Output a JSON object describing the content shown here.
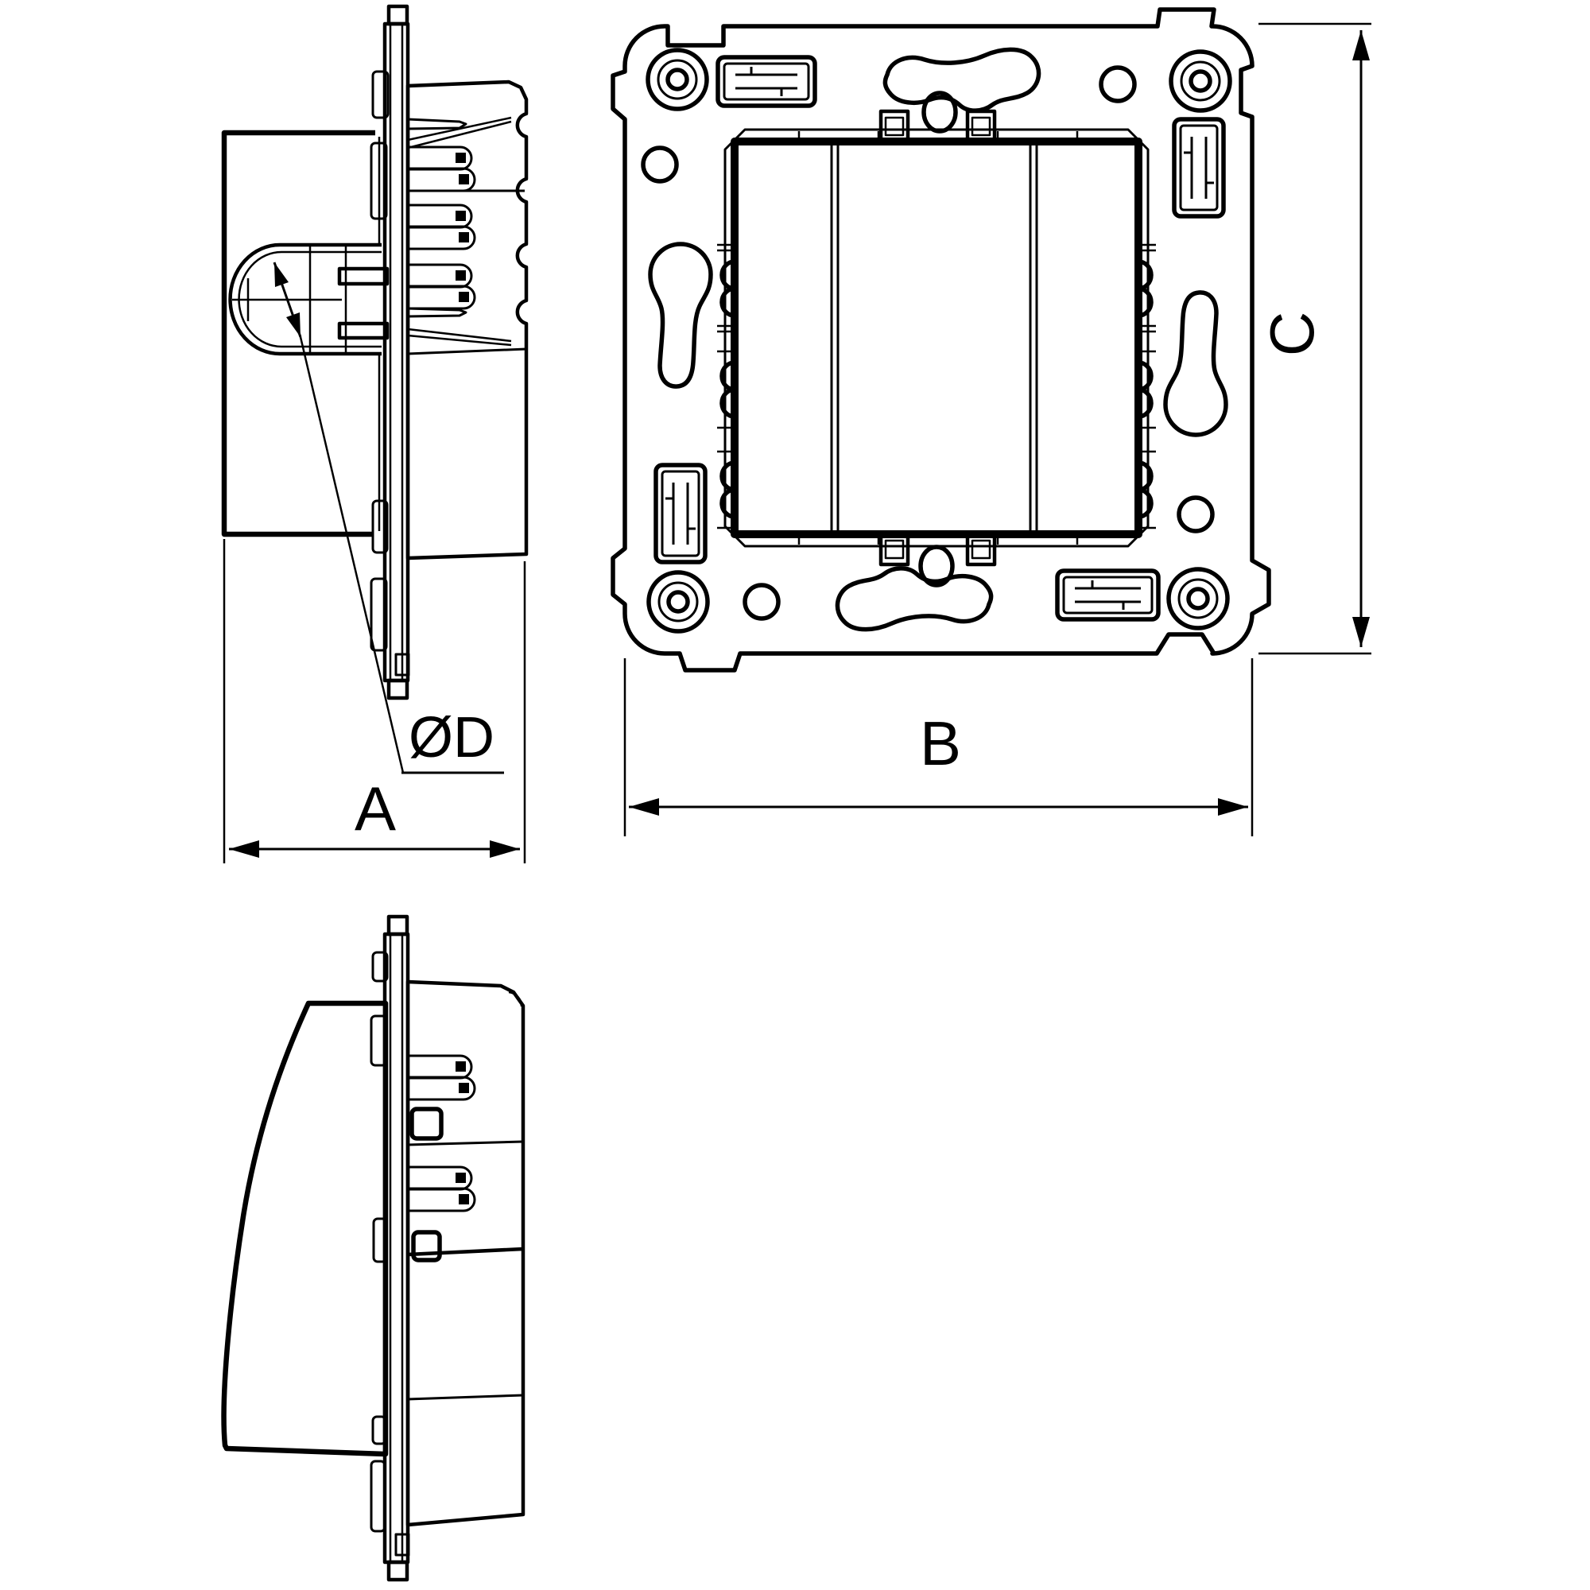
{
  "page": {
    "background_color": "#ffffff",
    "line_color": "#000000"
  },
  "drawing": {
    "type": "technical-dimension-drawing",
    "dimensions": {
      "depth": {
        "label": "A"
      },
      "width": {
        "label": "B"
      },
      "height": {
        "label": "C"
      },
      "diameter": {
        "label": "ØD"
      }
    }
  }
}
